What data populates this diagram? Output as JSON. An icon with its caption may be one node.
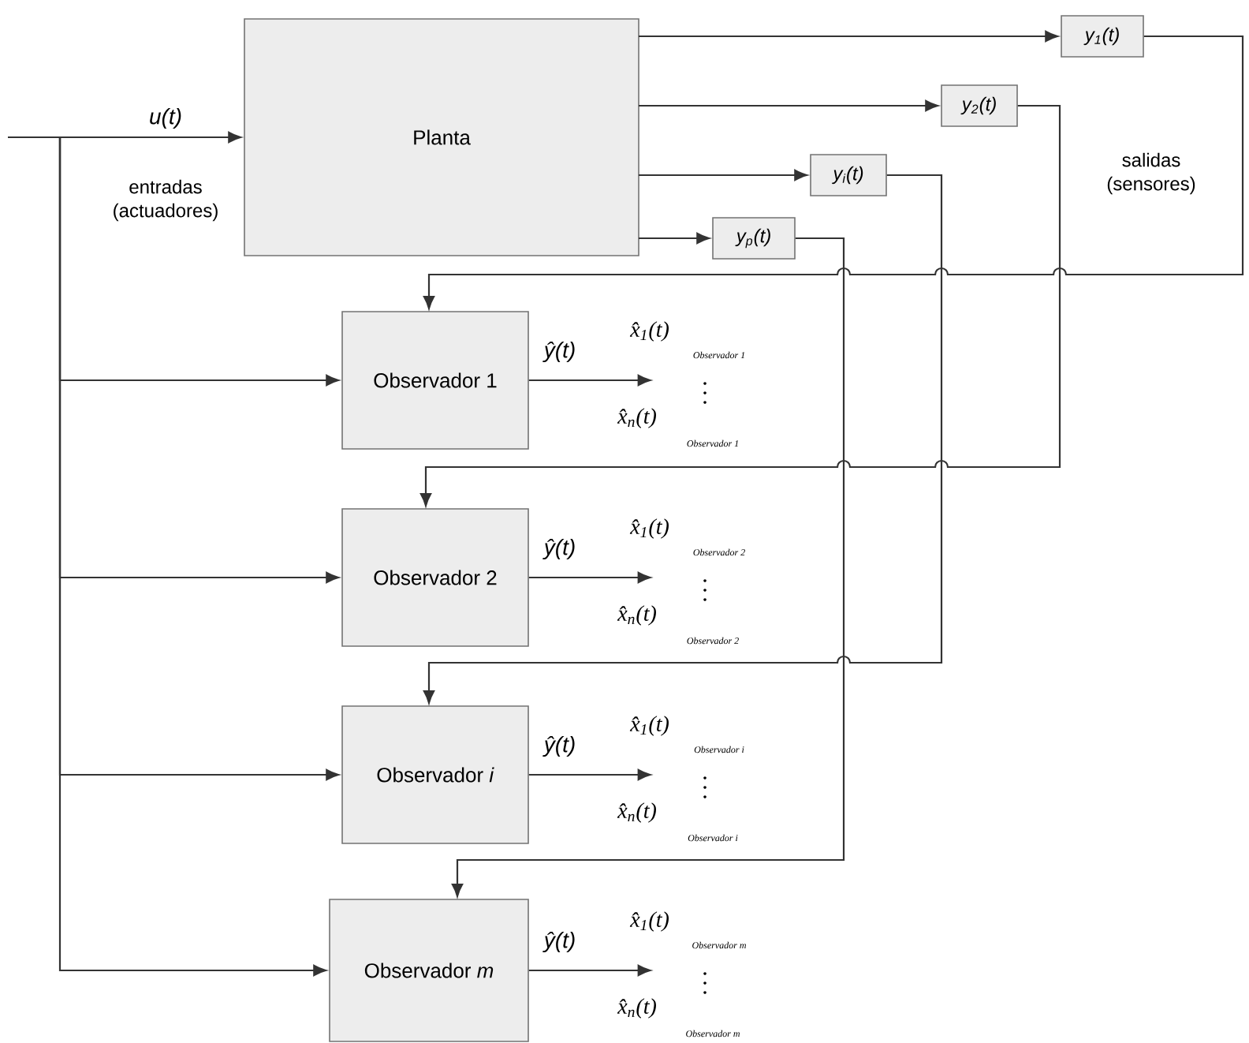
{
  "diagram": {
    "nodes": [
      {
        "text": [
          "Planta"
        ]
      },
      {
        "text": [
          "y$_{1}$(t)"
        ]
      },
      {
        "text": [
          "y$_{2}$(t)"
        ]
      },
      {
        "text": [
          "y$_{i}$(t)"
        ]
      },
      {
        "text": [
          "y$_{p}$(t)"
        ]
      },
      {
        "text": [
          "Observador 1"
        ]
      },
      {
        "text": [
          "Observador 2"
        ]
      },
      {
        "text": [
          "Observador *i*"
        ]
      },
      {
        "text": [
          "Observador *m*"
        ]
      },
      {
        "text": [
          "x̂$_{1}$(t)",
          "Observador 1",
          "x̂$_{n}$(t)",
          "Observador 1"
        ]
      },
      {
        "text": [
          "x̂$_{1}$(t)",
          "Observador 2",
          "x̂$_{n}$(t)",
          "Observador 2"
        ]
      },
      {
        "text": [
          "x̂$_{1}$(t)",
          "Observador i",
          "x̂$_{n}$(t)",
          "Observador i"
        ]
      },
      {
        "text": [
          "x̂$_{1}$(t)",
          "Observador m",
          "x̂$_{n}$(t)",
          "Observador m"
        ]
      }
    ],
    "edges": [
      {
        "from": null,
        "to": 0,
        "arrow": "to",
        "label": "u(t)"
      },
      {
        "from": null,
        "to": 5,
        "arrow": "to"
      },
      {
        "from": null,
        "to": 6,
        "arrow": "to"
      },
      {
        "from": null,
        "to": 7,
        "arrow": "to"
      },
      {
        "from": null,
        "to": 8,
        "arrow": "to"
      },
      {
        "from": 0,
        "to": 1,
        "arrow": "to"
      },
      {
        "from": 0,
        "to": 2,
        "arrow": "to"
      },
      {
        "from": 0,
        "to": 3,
        "arrow": "to"
      },
      {
        "from": 0,
        "to": 4,
        "arrow": "to"
      },
      {
        "from": 1,
        "to": 5,
        "arrow": "to"
      },
      {
        "from": 2,
        "to": 6,
        "arrow": "to"
      },
      {
        "from": 3,
        "to": 7,
        "arrow": "to"
      },
      {
        "from": 4,
        "to": 8,
        "arrow": "to"
      },
      {
        "from": 5,
        "to": 9,
        "arrow": "to",
        "label": "ŷ(t)"
      },
      {
        "from": 6,
        "to": 10,
        "arrow": "to",
        "label": "ŷ(t)"
      },
      {
        "from": 7,
        "to": 11,
        "arrow": "to",
        "label": "ŷ(t)"
      },
      {
        "from": 8,
        "to": 12,
        "arrow": "to",
        "label": "ŷ(t)"
      }
    ],
    "labels": [
      "entradas (actuadores)",
      "salidas (sensores)"
    ]
  }
}
